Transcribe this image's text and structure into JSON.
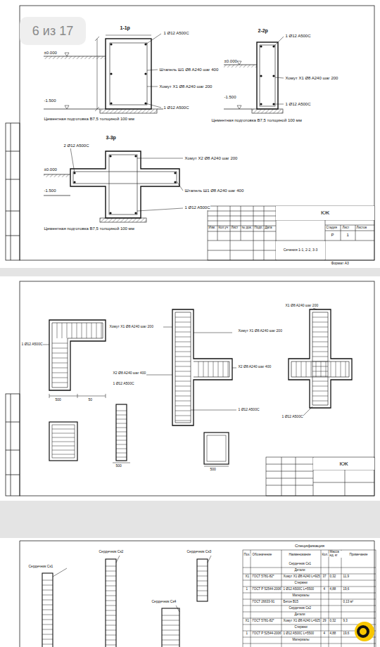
{
  "diagram": {
    "nodes": [
      {
        "text": [
          "6 из 17"
        ]
      },
      {
        "text": [
          "КЖ"
        ]
      },
      {
        "text": [
          "Сечения 1-1, 2-2, 3-3"
        ]
      },
      {
        "text": [
          "КЖ"
        ]
      },
      {
        "text": [
          "Спецификация"
        ]
      }
    ],
    "labels": [
      "1-1р",
      "2-2р",
      "3-3р",
      "1 Ø12 A500С",
      "Штапель Ш1 Ø8 A240 шаг 400",
      "Хомут Х1 Ø8 A240 шаг 200",
      "1 Ø12 A500С",
      "Цементная подготовка В7,5 толщиной 100 мм",
      "±0.000",
      "-1.500",
      "1 Ø12 A500С",
      "Хомут Х1 Ø8 A240 шаг 200",
      "1 Ø12 A500С",
      "Цементная подготовка В7,5 толщиной 100 мм",
      "±0.000",
      "-1.500",
      "2 Ø12 A500С",
      "Хомут Х2 Ø8 A240 шаг 200",
      "Штапель Ш1 Ø8 A240 шаг 400",
      "1 Ø12 A500С",
      "Цементная подготовка В7,5 толщиной 100 мм",
      "-1.500",
      "±0.000",
      "Изм.",
      "Кол.уч",
      "Лист",
      "№ док.",
      "Подп.",
      "Дата",
      "Стадия",
      "Лист",
      "Листов",
      "Р",
      "1",
      "Формат А3",
      "1 Ø12 A500С",
      "Хомут Х1 Ø8 A240 шаг 200",
      "Х2 Ø8 A240 шаг 400",
      "1 Ø12 A500С",
      "Хомут Х1 Ø8 A240 шаг 200",
      "Х2 Ø8 A240 шаг 400",
      "1 Ø12 A500С",
      "Х1 Ø8 A240 шаг 200",
      "1 Ø12 A500С",
      "500",
      "500",
      "500",
      "50",
      "Сердечник Ск1",
      "Сердечник Ск2",
      "Сердечник Ск3",
      "Сердечник Ск4",
      "Поз.",
      "Обозначение",
      "Наименование",
      "Кол.",
      "Масса ед. кг",
      "Примечание",
      "Сердечник Ск1",
      "Детали",
      "Х1",
      "ГОСТ 5781-82*",
      "Хомут Х1 Ø8 A240 L=925",
      "37",
      "0,32",
      "11,9",
      "Стержни",
      "1",
      "ГОСТ Р 52544-2006",
      "1 Ø12 A500С L=5500",
      "4",
      "4,88",
      "19,6",
      "Материалы",
      "ГОСТ 26633-91",
      "Бетон В15",
      "0,13 м³",
      "Сердечник Ск2",
      "Детали",
      "Х1",
      "ГОСТ 5781-82*",
      "Хомут Х1 Ø8 A240 L=925",
      "29",
      "0,32",
      "9,3",
      "Стержни",
      "1",
      "ГОСТ Р 52544-2006",
      "1 Ø12 A500С L=5500",
      "4",
      "4,88",
      "19,6",
      "Материалы"
    ]
  }
}
